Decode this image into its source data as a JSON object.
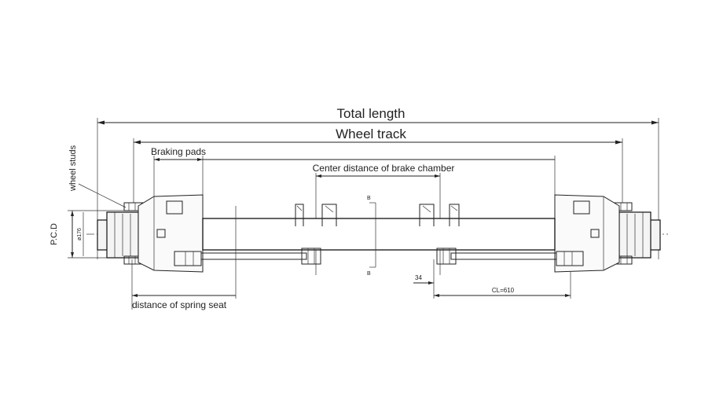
{
  "diagram": {
    "labels": {
      "total_length": "Total length",
      "wheel_track": "Wheel track",
      "braking_pads": "Braking pads",
      "center_distance": "Center distance of brake chamber",
      "wheel_studs": "wheel studs",
      "pcd": "P.C.D",
      "pcd_dim": "ø176",
      "spring_seat": "distance of spring seat",
      "dim_34": "34",
      "dim_cl": "CL=610",
      "mark_upper": "B",
      "mark_lower": "B"
    }
  }
}
